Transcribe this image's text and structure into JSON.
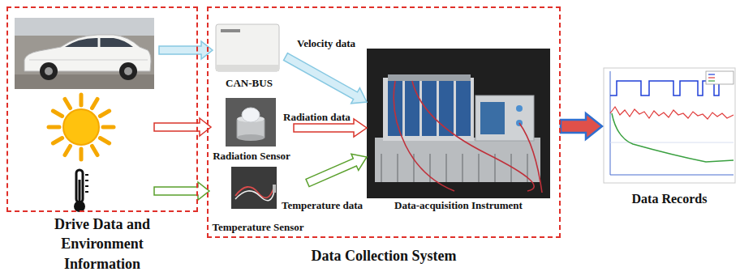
{
  "diagram": {
    "nodes": [
      {
        "text": [
          "Drive Data and Environment Information"
        ]
      },
      {
        "text": [
          "Data Collection System"
        ]
      },
      {
        "text": [
          "CAN-BUS"
        ],
        "in": 1
      },
      {
        "text": [
          "Radiation Sensor"
        ],
        "in": 1
      },
      {
        "text": [
          "Temperature Sensor"
        ],
        "in": 1
      },
      {
        "text": [
          "Data-acquisition Instrument"
        ],
        "in": 1
      },
      {
        "text": [
          "Data Records"
        ]
      }
    ],
    "edges": [
      {
        "from": 2,
        "to": 5,
        "label": "Velocity data",
        "arrow": "to"
      },
      {
        "from": 3,
        "to": 5,
        "label": "Radiation data",
        "arrow": "to"
      },
      {
        "from": 4,
        "to": 5,
        "label": "Temperature data",
        "arrow": "to"
      },
      {
        "from": 1,
        "to": 6,
        "arrow": "to"
      }
    ]
  }
}
